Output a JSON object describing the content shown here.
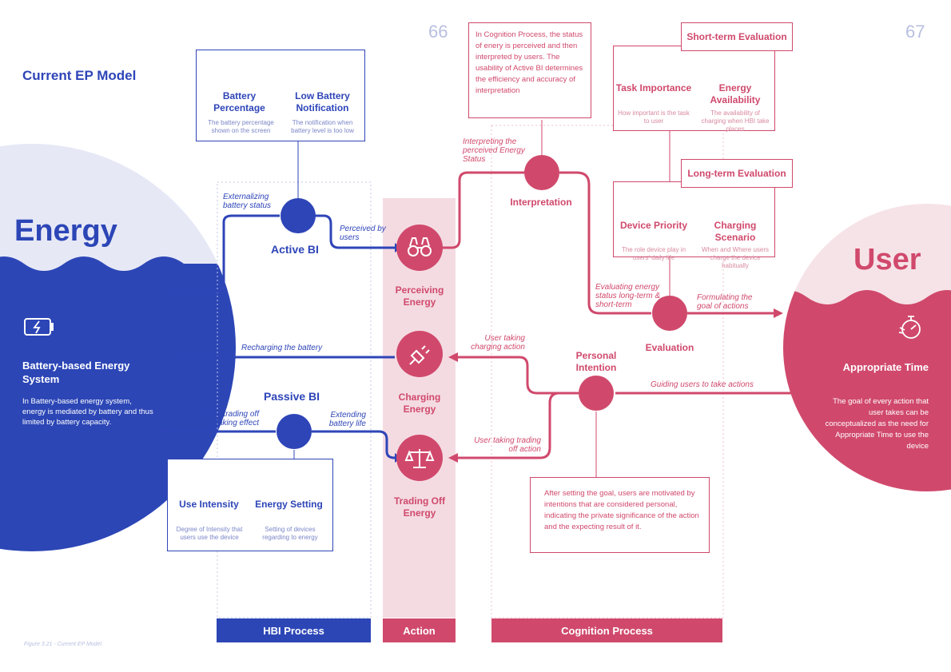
{
  "page_numbers": {
    "left": "66",
    "right": "67"
  },
  "title": "Current EP Model",
  "figure_caption": "Figure 3.21 - Current EP Model",
  "energy": {
    "heading": "Energy",
    "sub_title": "Battery-based Energy System",
    "description": "In Battery-based energy system, energy is mediated by battery and thus limited by battery capacity."
  },
  "user": {
    "heading": "User",
    "sub_title": "Appropriate Time",
    "description": "The goal of every action that user takes can be conceptualized as  the need for Appropriate Time to use the device"
  },
  "active_bi": {
    "label": "Active BI",
    "items": [
      {
        "title": "Battery Percentage",
        "desc": "The battery percentage shown on the screen"
      },
      {
        "title": "Low Battery Notification",
        "desc": "The notification when battery level is too low"
      }
    ]
  },
  "passive_bi": {
    "label": "Passive BI",
    "items": [
      {
        "title": "Use Intensity",
        "desc": "Degree of Intensity that users use the device"
      },
      {
        "title": "Energy Setting",
        "desc": "Setting of devices regarding to energy"
      }
    ]
  },
  "actions": {
    "perceiving": "Perceiving Energy",
    "charging": "Charging Energy",
    "trading": "Trading Off Energy"
  },
  "cognition": {
    "interpretation": "Interpretation",
    "evaluation": "Evaluation",
    "personal_intention": "Personal Intention",
    "note": "In Cognition Process, the status of enery is perceived and then interpreted by users. The usability of Active BI determines the efficiency and accuracy of interpretation",
    "intention_note": "After setting the goal, users are motivated by intentions that are considered personal, indicating the private significance of the action and the expecting result of it."
  },
  "short_term": {
    "label": "Short-term Evaluation",
    "items": [
      {
        "title": "Task Importance",
        "desc": "How important is the task to user"
      },
      {
        "title": "Energy Availability",
        "desc": "The availability of charging when HBI take places"
      }
    ]
  },
  "long_term": {
    "label": "Long-term Evaluation",
    "items": [
      {
        "title": "Device Priority",
        "desc": "The role device play in users' daily life"
      },
      {
        "title": "Charging Scenario",
        "desc": "When and Where users charge the device habitually"
      }
    ]
  },
  "edges": {
    "externalizing": "Externalizing battery status",
    "perceived": "Perceived by users",
    "interpreting": "Interpreting the perceived Energy Status",
    "evaluating": "Evaluating energy status long-term & short-term",
    "formulating": "Formulating the goal of actions",
    "guiding": "Guiding users to take actions",
    "charging_action": "User taking charging action",
    "trading_action": "User taking trading off action",
    "recharging": "Recharging the battery",
    "extending": "Extending battery life",
    "trading_effect": "User's trading off taking effect"
  },
  "columns": {
    "hbi": "HBI Process",
    "action": "Action",
    "cognition": "Cognition Process"
  },
  "colors": {
    "blue": "#2e45b8",
    "pink": "#d0496c",
    "light_pink": "#f4dbe2",
    "pale_blue": "#e6e8f6"
  }
}
